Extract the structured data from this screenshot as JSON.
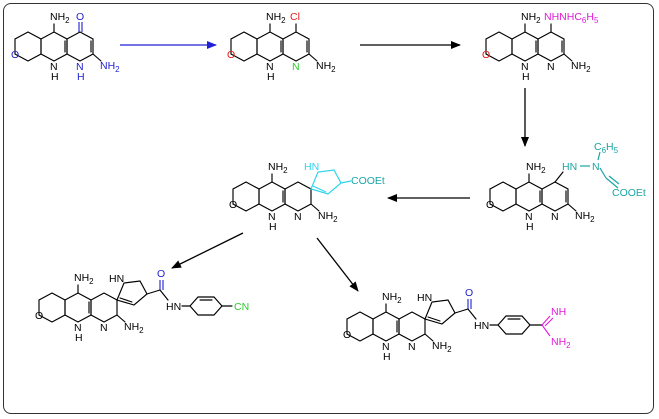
{
  "diagram": {
    "colors": {
      "blue": "#1f1fd0",
      "red": "#e21b1b",
      "magenta": "#e01ad8",
      "teal": "#1aa5a5",
      "cyan": "#2fd4ec",
      "green": "#2fc92f",
      "black": "#111111"
    },
    "labels": {
      "amino": "NH",
      "amino_sub": "2",
      "nh": "N",
      "nh_h": "H",
      "ring_n": "N",
      "ring_o": "O",
      "oxo": "O",
      "chloro": "Cl",
      "hydrazine": "NHNHC",
      "hydrazine_sub1": "6",
      "hydrazine_h": "H",
      "hydrazine_sub2": "5",
      "phenyl_c": "C",
      "phenyl_sub1": "6",
      "phenyl_h": "H",
      "phenyl_sub2": "5",
      "hydrazone_nh": "HN",
      "hydrazone_n": "N",
      "ester_enamine": "COOEt",
      "pyrrole_hn": "HN",
      "ester_pyrrole": "COOEt",
      "amide_o": "O",
      "amide_hn": "HN",
      "nitrile": "CN",
      "amidine_nh": "NH",
      "amidine_nh2": "NH",
      "amidine_sub": "2"
    }
  }
}
